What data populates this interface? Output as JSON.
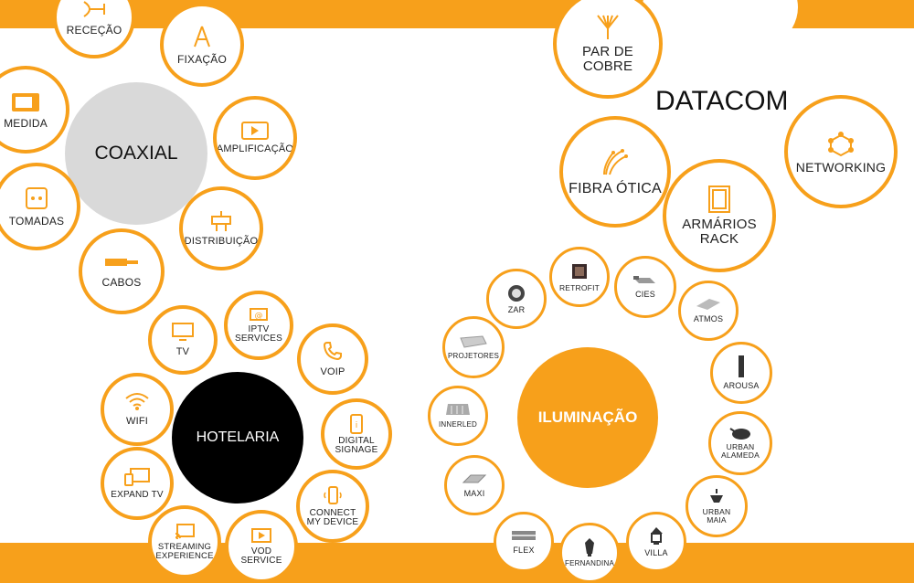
{
  "colors": {
    "accent": "#f7a01b",
    "coaxial_hub": "#d9d9d9",
    "hotelaria_hub": "#000000",
    "iluminacao_hub": "#f7a01b",
    "text": "#222222"
  },
  "coaxial": {
    "hub": "COAXIAL",
    "items": [
      {
        "label": "RECEÇÃO",
        "icon": "antenna-icon"
      },
      {
        "label": "FIXAÇÃO",
        "icon": "mast-icon"
      },
      {
        "label": "MEDIDA",
        "icon": "meter-icon"
      },
      {
        "label": "AMPLIFICAÇÃO",
        "icon": "amplifier-icon"
      },
      {
        "label": "TOMADAS",
        "icon": "socket-icon"
      },
      {
        "label": "DISTRIBUIÇÃO",
        "icon": "splitter-icon"
      },
      {
        "label": "CABOS",
        "icon": "cable-icon"
      }
    ]
  },
  "datacom": {
    "title": "DATACOM",
    "items": [
      {
        "label": "PAR DE\nCOBRE",
        "icon": "copper-pair-icon"
      },
      {
        "label": "FIBRA ÓTICA",
        "icon": "fiber-optic-icon"
      },
      {
        "label": "ARMÁRIOS\nRACK",
        "icon": "rack-cabinet-icon"
      },
      {
        "label": "NETWORKING",
        "icon": "network-icon"
      }
    ]
  },
  "hotelaria": {
    "hub": "HOTELARIA",
    "items": [
      {
        "label": "IPTV\nSERVICES",
        "icon": "iptv-icon"
      },
      {
        "label": "TV",
        "icon": "tv-icon"
      },
      {
        "label": "VOIP",
        "icon": "phone-icon"
      },
      {
        "label": "WIFI",
        "icon": "wifi-icon"
      },
      {
        "label": "DIGITAL\nSIGNAGE",
        "icon": "signage-icon"
      },
      {
        "label": "EXPAND TV",
        "icon": "expand-tv-icon"
      },
      {
        "label": "CONNECT\nMY DEVICE",
        "icon": "smartphone-icon"
      },
      {
        "label": "STREAMING\nEXPERIENCE",
        "icon": "cast-icon"
      },
      {
        "label": "VOD\nSERVICE",
        "icon": "play-icon"
      }
    ]
  },
  "iluminacao": {
    "hub": "ILUMINAÇÃO",
    "items": [
      {
        "label": "ZAR",
        "icon": "highbay-lamp-icon"
      },
      {
        "label": "RETROFIT",
        "icon": "retrofit-lamp-icon"
      },
      {
        "label": "CIES",
        "icon": "street-lamp-icon"
      },
      {
        "label": "ATMOS",
        "icon": "panel-lamp-icon"
      },
      {
        "label": "PROJETORES",
        "icon": "floodlight-icon"
      },
      {
        "label": "AROUSA",
        "icon": "bollard-icon"
      },
      {
        "label": "INNERLED",
        "icon": "industrial-lamp-icon"
      },
      {
        "label": "URBAN\nALAMEDA",
        "icon": "urban-lamp-icon"
      },
      {
        "label": "MAXI",
        "icon": "tunnel-lamp-icon"
      },
      {
        "label": "URBAN\nMAIA",
        "icon": "pendant-lamp-icon"
      },
      {
        "label": "FLEX",
        "icon": "linear-lamp-icon"
      },
      {
        "label": "FERNANDINA",
        "icon": "lantern-icon"
      },
      {
        "label": "VILLA",
        "icon": "villa-lantern-icon"
      }
    ]
  }
}
